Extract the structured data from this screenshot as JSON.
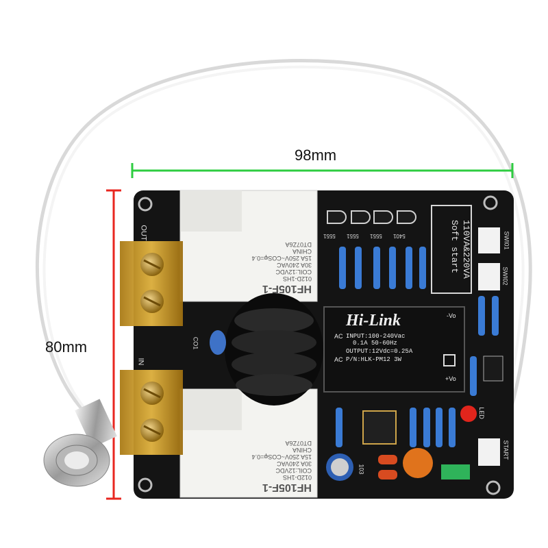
{
  "dimensions": {
    "width_label": "98mm",
    "height_label": "80mm",
    "width_color": "#2ecc40",
    "height_color": "#e8261f"
  },
  "board": {
    "color": "#141414",
    "title_lines": [
      "110VA&220VA",
      "Soft start"
    ],
    "relays": [
      {
        "model": "HF105F-1",
        "lines": [
          "012D-1HS",
          "COIL:12VDC",
          "30A 240VAC",
          "15A 250V~COSφ=0.4",
          "CHINA",
          "DT07Z6A"
        ]
      },
      {
        "model": "HF105F-1",
        "lines": [
          "012D-1HS",
          "COIL:12VDC",
          "30A 240VAC",
          "15A 250V~COSφ=0.4",
          "CHINA",
          "DT07Z6A"
        ]
      }
    ],
    "module": {
      "brand": "Hi-Link",
      "input": "INPUT:100-240Vac",
      "input2": "0.1A 50-60Hz",
      "output": "OUTPUT:12Vdc=0.25A",
      "pn": "P/N:HLK-PM12 3W",
      "pins": {
        "ac1": "AC",
        "ac2": "AC",
        "vo_neg": "-Vo",
        "vo_pos": "+Vo"
      }
    },
    "silkscreen": {
      "sw1": "SWI01",
      "sw2": "SWI02",
      "start": "START",
      "led": "LED",
      "co1": "CO1",
      "out": "OUT",
      "in": "IN",
      "ic": "103"
    },
    "transistors": [
      "5551",
      "5551",
      "5551",
      "5401"
    ]
  }
}
